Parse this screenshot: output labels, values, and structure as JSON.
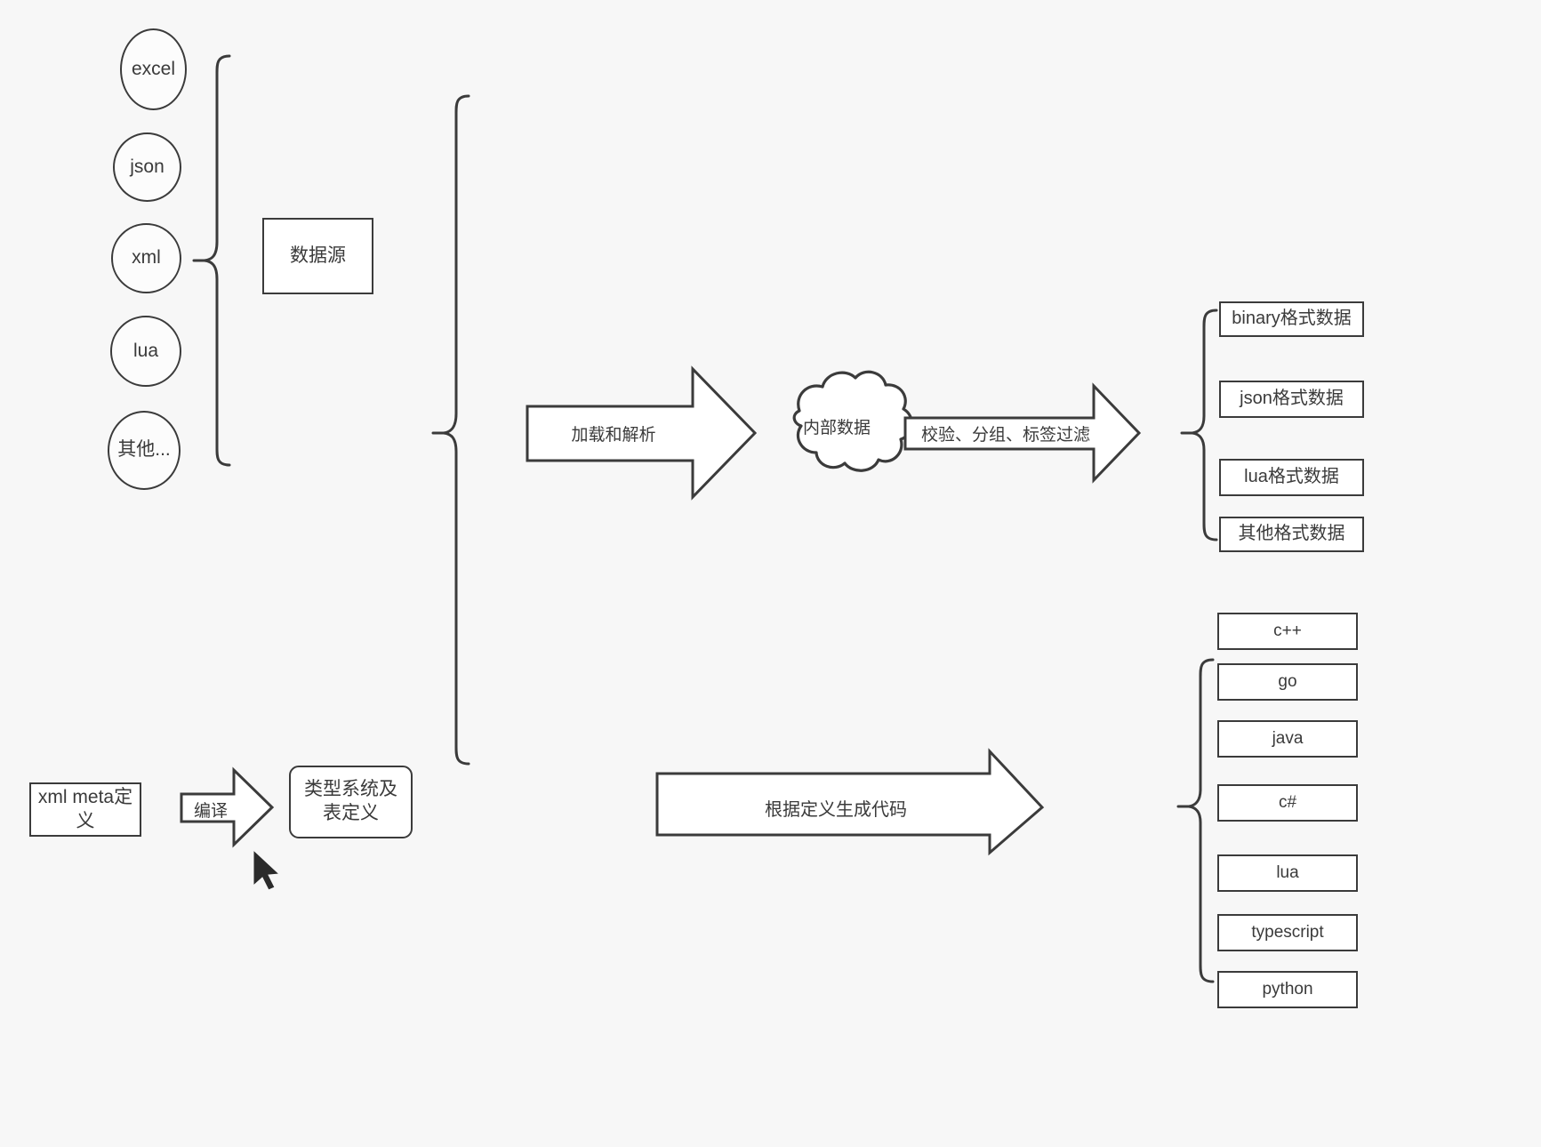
{
  "diagram": {
    "title": "data pipeline and code generation flow",
    "background_color": "#f7f7f7",
    "stroke_color": "#3b3b3b",
    "fill_color": "#ffffff",
    "text_color": "#3a3a3a"
  },
  "sources": {
    "group_label": "数据源",
    "items": [
      {
        "label": "excel"
      },
      {
        "label": "json"
      },
      {
        "label": "xml"
      },
      {
        "label": "lua"
      },
      {
        "label": "其他..."
      }
    ]
  },
  "meta": {
    "definition_label": "xml meta定义",
    "compile_arrow_label": "编译",
    "type_system_label": "类型系统及表定义"
  },
  "pipeline": {
    "load_parse_arrow_label": "加载和解析",
    "internal_data_label": "内部数据",
    "filter_arrow_label": "校验、分组、标签过滤",
    "generate_code_arrow_label": "根据定义生成代码"
  },
  "outputs": {
    "data_formats": [
      {
        "label": "binary格式数据"
      },
      {
        "label": "json格式数据"
      },
      {
        "label": "lua格式数据"
      },
      {
        "label": "其他格式数据"
      }
    ],
    "languages": [
      {
        "label": "c++"
      },
      {
        "label": "go"
      },
      {
        "label": "java"
      },
      {
        "label": "c#"
      },
      {
        "label": "lua"
      },
      {
        "label": "typescript"
      },
      {
        "label": "python"
      }
    ]
  }
}
